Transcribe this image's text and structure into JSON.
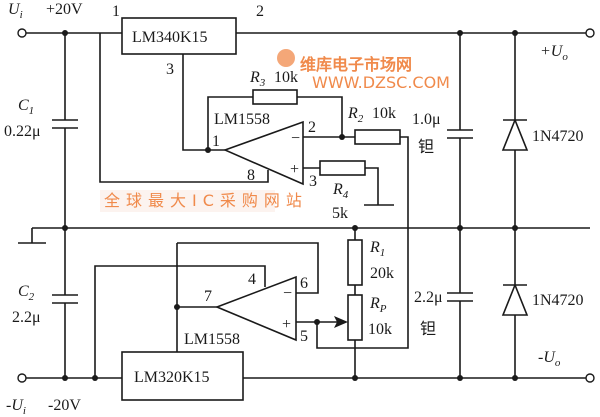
{
  "supply": {
    "ui_pos_symbol": "U",
    "ui_pos_sub": "i",
    "ui_pos_voltage": "+20V",
    "ui_neg_symbol": "-U",
    "ui_neg_sub": "i",
    "ui_neg_voltage": "-20V"
  },
  "outputs": {
    "pos_symbol": "+U",
    "pos_sub": "o",
    "neg_symbol": "-U",
    "neg_sub": "o"
  },
  "regulators": {
    "pos": {
      "label": "LM340K15",
      "pin_in": "1",
      "pin_out": "2",
      "pin_adj": "3"
    },
    "neg": {
      "label": "LM320K15"
    }
  },
  "opamp_top": {
    "label": "LM1558",
    "pin_out": "1",
    "pin_inv": "2",
    "pin_noninv": "3",
    "pin_vplus": "8",
    "minus": "−",
    "plus": "+"
  },
  "opamp_bottom": {
    "label": "LM1558",
    "pin_out": "7",
    "pin_vminus": "4",
    "pin_inv": "6",
    "pin_noninv": "5",
    "minus": "−",
    "plus": "+"
  },
  "components": {
    "C1": {
      "name": "C",
      "sub": "1",
      "value": "0.22μ"
    },
    "C2": {
      "name": "C",
      "sub": "2",
      "value": "2.2μ"
    },
    "C3": {
      "value": "1.0μ",
      "type": "钽"
    },
    "C4": {
      "value": "2.2μ",
      "type": "钽"
    },
    "R1": {
      "name": "R",
      "sub": "1",
      "value": "20k"
    },
    "R2": {
      "name": "R",
      "sub": "2",
      "value": "10k"
    },
    "R3": {
      "name": "R",
      "sub": "3",
      "value": "10k"
    },
    "R4": {
      "name": "R",
      "sub": "4",
      "value": "5k"
    },
    "RP": {
      "name": "R",
      "sub": "P",
      "value": "10k"
    },
    "D1": {
      "value": "1N4720"
    },
    "D2": {
      "value": "1N4720"
    }
  },
  "watermark": {
    "title": "维库电子市场网",
    "url": "WWW.DZSC.COM",
    "slogan": "全球最大IC采购网站",
    "color": "#f08a4b"
  }
}
